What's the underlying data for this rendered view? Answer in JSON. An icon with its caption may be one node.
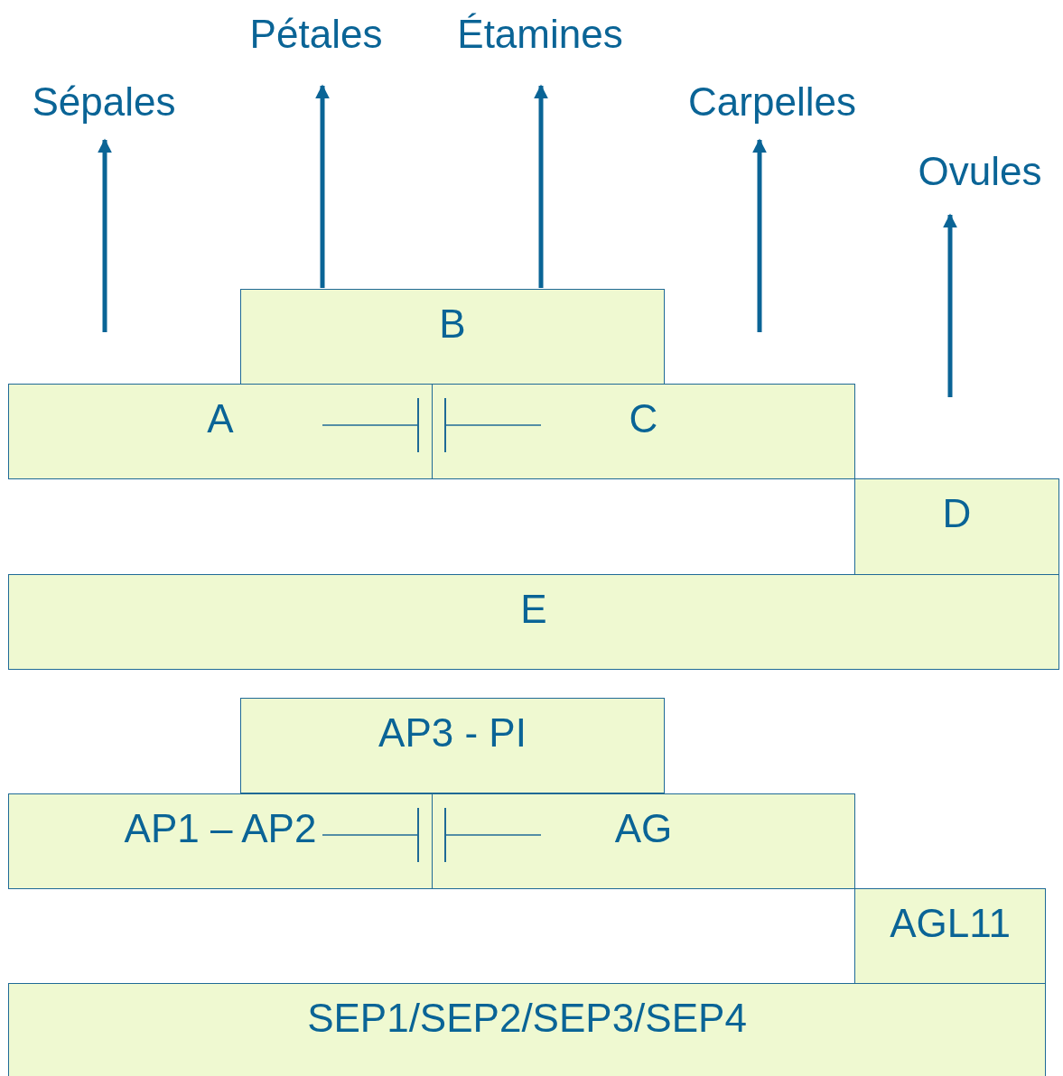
{
  "diagram": {
    "nodes": [
      {
        "text": [
          "Pétales"
        ]
      },
      {
        "text": [
          "Étamines"
        ]
      },
      {
        "text": [
          "Sépales"
        ]
      },
      {
        "text": [
          "Carpelles"
        ]
      },
      {
        "text": [
          "Ovules"
        ]
      },
      {
        "text": [
          "B"
        ]
      },
      {
        "text": [
          "A"
        ]
      },
      {
        "text": [
          "C"
        ]
      },
      {
        "text": [
          "D"
        ]
      },
      {
        "text": [
          "E"
        ]
      },
      {
        "text": [
          "AP3 - PI"
        ]
      },
      {
        "text": [
          "AP1 – AP2"
        ]
      },
      {
        "text": [
          "AG"
        ]
      },
      {
        "text": [
          "AGL11"
        ]
      },
      {
        "text": [
          "SEP1/SEP2/SEP3/SEP4"
        ]
      }
    ],
    "edges": [
      {
        "from": null,
        "to": 2,
        "arrow": "to"
      },
      {
        "from": 5,
        "to": 0,
        "arrow": "to"
      },
      {
        "from": 5,
        "to": 1,
        "arrow": "to"
      },
      {
        "from": null,
        "to": 3,
        "arrow": "to"
      },
      {
        "from": null,
        "to": 4,
        "arrow": "to"
      },
      {
        "from": 6,
        "to": 7,
        "arrow": "other"
      },
      {
        "from": 7,
        "to": 6,
        "arrow": "other"
      },
      {
        "from": 11,
        "to": 12,
        "arrow": "other"
      },
      {
        "from": 12,
        "to": 11,
        "arrow": "other"
      }
    ]
  }
}
